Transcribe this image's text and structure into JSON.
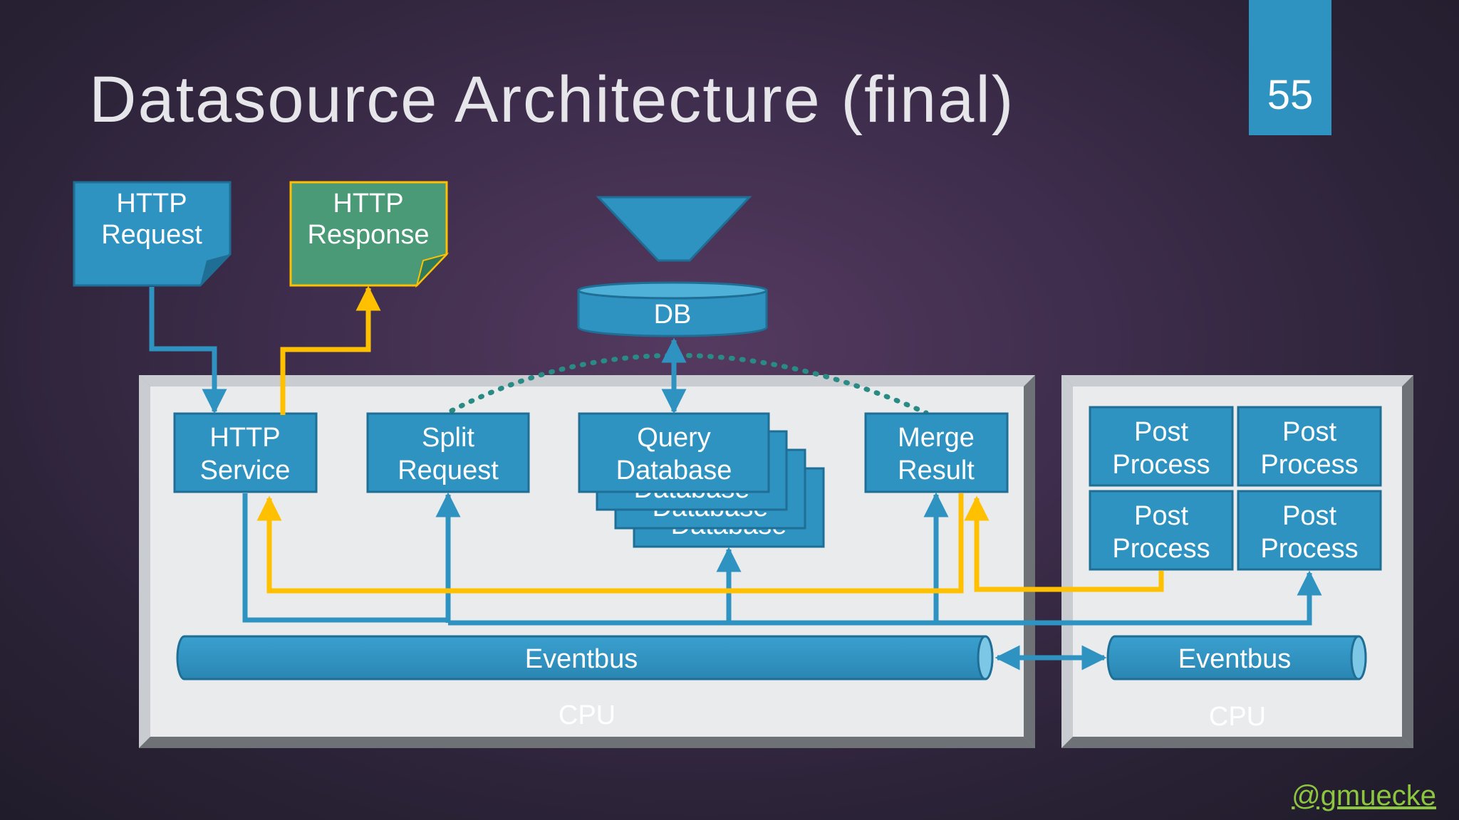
{
  "slide": {
    "title": "Datasource Architecture (final)",
    "page_number": "55",
    "author_handle": "@gmuecke"
  },
  "diagram": {
    "documents": {
      "request": [
        "HTTP",
        "Request"
      ],
      "response": [
        "HTTP",
        "Response"
      ]
    },
    "db": "DB",
    "cpu_main": {
      "label": "CPU",
      "http_service": [
        "HTTP",
        "Service"
      ],
      "split_request": [
        "Split",
        "Request"
      ],
      "query_database": [
        "Query",
        "Database"
      ],
      "query_database_stack_label": "Database",
      "merge_result": [
        "Merge",
        "Result"
      ],
      "eventbus": "Eventbus"
    },
    "cpu_secondary": {
      "label": "CPU",
      "post_process": [
        [
          "Post",
          "Process"
        ],
        [
          "Post",
          "Process"
        ],
        [
          "Post",
          "Process"
        ],
        [
          "Post",
          "Process"
        ]
      ],
      "eventbus": "Eventbus"
    }
  },
  "colors": {
    "box_blue": "#2f93c2",
    "box_border": "#1f6e95",
    "response_green": "#4a9a78",
    "highlight_yellow": "#ffc000",
    "cpu_panel": "#e9ebed",
    "handle_green": "#8cc63f"
  }
}
